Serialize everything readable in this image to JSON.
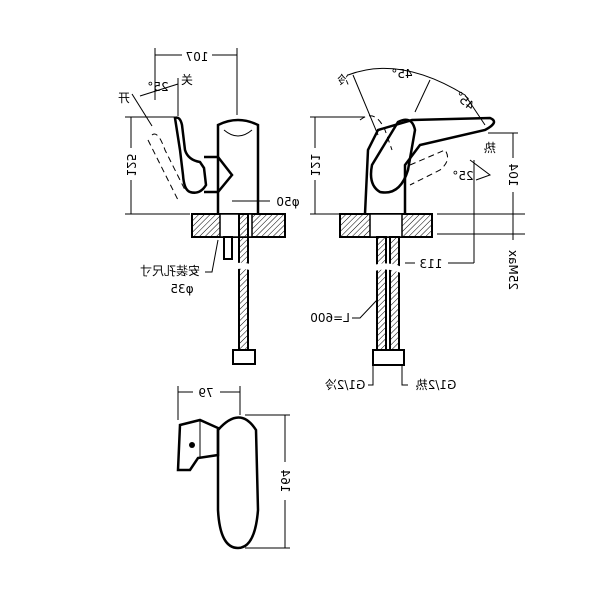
{
  "front_view": {
    "width_dim": "107",
    "angle": "25°",
    "close_label": "关",
    "open_label": "开",
    "height_dim": "125",
    "body_dia": "φ50",
    "hole_label": "安装孔尺寸",
    "hole_dia": "φ35"
  },
  "side_view": {
    "angle_cold": "45°",
    "angle_hot": "45°",
    "cold_label": "冷",
    "hot_label": "热",
    "angle_small": "25°",
    "height_dim": "121",
    "spout_height": "104",
    "reach_dim": "113",
    "deck_max": "25Max",
    "hose_length": "L=600",
    "cold_conn": "G1/2冷",
    "hot_conn": "G1/2热"
  },
  "top_view": {
    "depth_dim": "79",
    "length_dim": "164"
  }
}
